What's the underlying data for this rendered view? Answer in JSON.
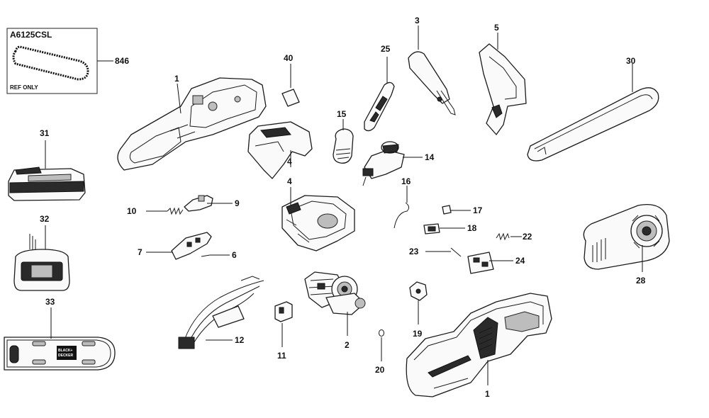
{
  "kit_box": {
    "title": "A6125CSL",
    "note": "REF ONLY",
    "callout": "846"
  },
  "callouts": {
    "c1a": "1",
    "c1b": "1",
    "c2": "2",
    "c3": "3",
    "c4a": "4",
    "c4b": "4",
    "c5": "5",
    "c6": "6",
    "c7": "7",
    "c9": "9",
    "c10": "10",
    "c11": "11",
    "c12": "12",
    "c14": "14",
    "c15": "15",
    "c16": "16",
    "c17": "17",
    "c18": "18",
    "c19": "19",
    "c20": "20",
    "c22": "22",
    "c23": "23",
    "c24": "24",
    "c25": "25",
    "c28": "28",
    "c30": "30",
    "c31": "31",
    "c32": "32",
    "c33": "33",
    "c40": "40"
  },
  "brand_logo": {
    "line1": "BLACK+",
    "line2": "DECKER"
  },
  "colors": {
    "line": "#1a1a1a",
    "shade": "#bdbdbd",
    "dark": "#2a2a2a",
    "background": "#ffffff"
  }
}
